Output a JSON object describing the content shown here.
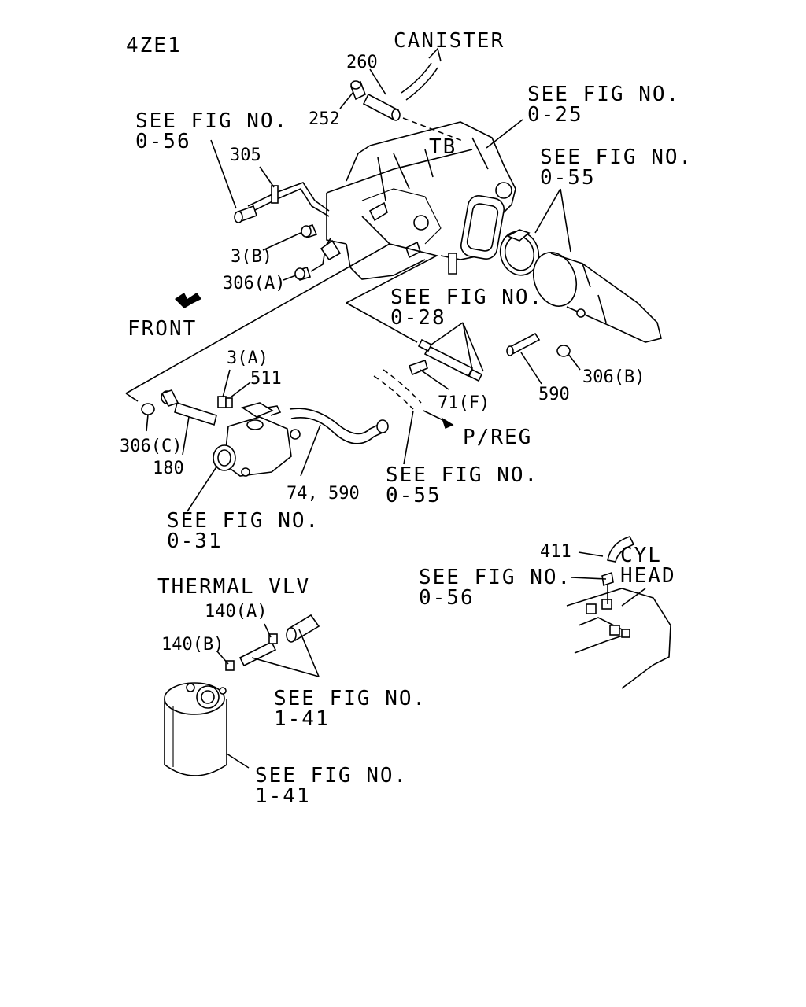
{
  "model": "4ZE1",
  "labels": {
    "canister": "CANISTER",
    "tb": "TB",
    "front": "FRONT",
    "p_reg": "P/REG",
    "thermal_vlv": "THERMAL VLV",
    "cyl": "CYL",
    "head": "HEAD"
  },
  "see_figs": [
    {
      "line1": "SEE FIG NO.",
      "line2": "0-25"
    },
    {
      "line1": "SEE FIG NO.",
      "line2": "0-56"
    },
    {
      "line1": "SEE FIG NO.",
      "line2": "0-55"
    },
    {
      "line1": "SEE FIG NO.",
      "line2": "0-28"
    },
    {
      "line1": "SEE FIG NO.",
      "line2": "0-55"
    },
    {
      "line1": "SEE FIG NO.",
      "line2": "0-31"
    },
    {
      "line1": "SEE FIG NO.",
      "line2": "0-56"
    },
    {
      "line1": "SEE FIG NO.",
      "line2": "1-41"
    },
    {
      "line1": "SEE FIG NO.",
      "line2": "1-41"
    }
  ],
  "parts": {
    "p260": "260",
    "p252": "252",
    "p305": "305",
    "p3b": "3(B)",
    "p306a": "306(A)",
    "p3a": "3(A)",
    "p511": "511",
    "p71f": "71(F)",
    "p590": "590",
    "p306b": "306(B)",
    "p306c": "306(C)",
    "p180": "180",
    "p74_590": "74, 590",
    "p411": "411",
    "p140a": "140(A)",
    "p140b": "140(B)"
  }
}
